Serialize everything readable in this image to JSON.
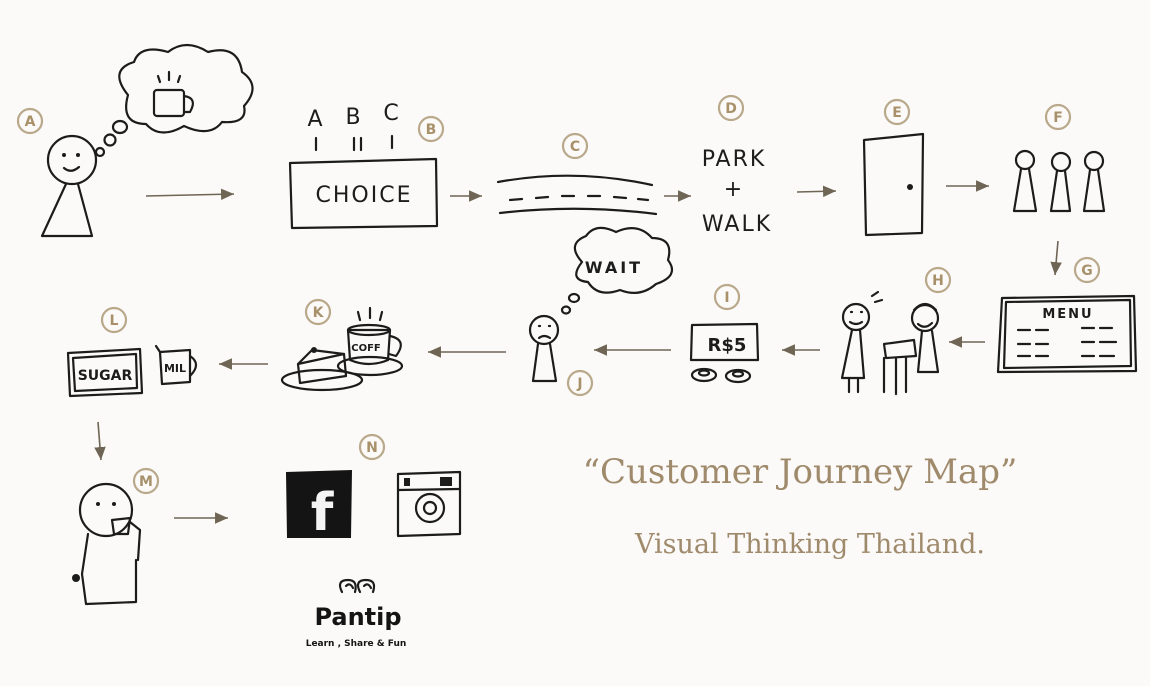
{
  "steps": {
    "A": {
      "letter": "A"
    },
    "B": {
      "letter": "B",
      "options": [
        "A",
        "B",
        "C"
      ],
      "box_label": "CHOICE"
    },
    "C": {
      "letter": "C"
    },
    "D": {
      "letter": "D",
      "line1": "PARK",
      "line2": "+",
      "line3": "WALK"
    },
    "E": {
      "letter": "E"
    },
    "F": {
      "letter": "F"
    },
    "G": {
      "letter": "G",
      "menu_label": "MENU"
    },
    "H": {
      "letter": "H"
    },
    "I": {
      "letter": "I",
      "price_label": "R$5"
    },
    "J": {
      "letter": "J",
      "bubble_label": "WAIT"
    },
    "K": {
      "letter": "K",
      "cup_label": "COFF"
    },
    "L": {
      "letter": "L",
      "sugar_label": "SUGAR",
      "milk_label": "MIL"
    },
    "M": {
      "letter": "M"
    },
    "N": {
      "letter": "N",
      "facebook_letter": "f"
    }
  },
  "brand": {
    "name": "Pantip",
    "tagline": "Learn , Share & Fun"
  },
  "title": {
    "line1": "“Customer Journey Map”",
    "line2": "Visual Thinking Thailand."
  },
  "colors": {
    "ink": "#1c1c1c",
    "accent": "#a08a6c",
    "arrow": "#6f6555",
    "background": "#fbfaf8"
  },
  "icons": [
    "thought-bubble-icon",
    "coffee-cup-icon",
    "road-icon",
    "door-icon",
    "people-icon",
    "menu-board-icon",
    "cashier-icon",
    "coins-icon",
    "cake-icon",
    "sugar-box-icon",
    "milk-jug-icon",
    "facebook-icon",
    "instagram-icon",
    "pantip-logo-icon"
  ]
}
